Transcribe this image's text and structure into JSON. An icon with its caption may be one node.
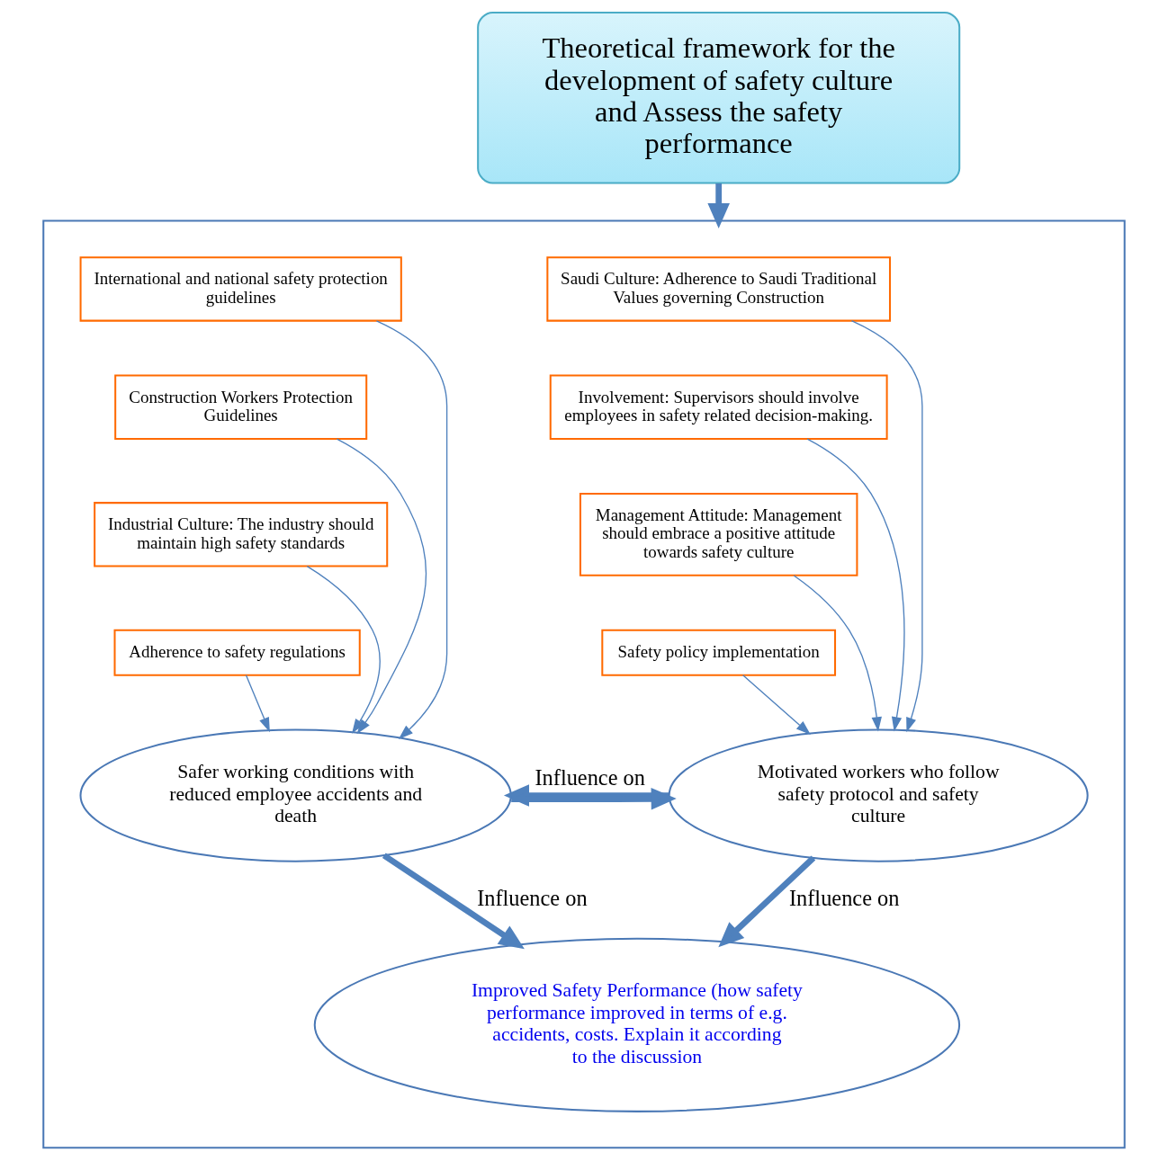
{
  "diagram": {
    "nodes": [
      {
        "text": [
          "Theoretical framework for the development of safety culture and Assess the safety performance"
        ]
      },
      {
        "text": [],
        "shape": "box"
      },
      {
        "text": [
          "Saudi Culture: Adherence to Saudi Traditional Values governing Construction"
        ],
        "in": 1
      },
      {
        "text": [
          "Involvement: Supervisors should involve employees in safety related decision-making."
        ],
        "in": 1
      },
      {
        "text": [
          "Management Attitude: Management should embrace a positive attitude towards safety culture"
        ],
        "in": 1
      },
      {
        "text": [
          "Safety policy implementation"
        ],
        "in": 1
      },
      {
        "text": [
          "International and national safety protection guidelines"
        ],
        "in": 1
      },
      {
        "text": [
          "Construction Workers Protection Guidelines"
        ],
        "in": 1
      },
      {
        "text": [
          "Industrial Culture: The industry should maintain high safety standards"
        ],
        "in": 1
      },
      {
        "text": [
          "Adherence to safety regulations"
        ],
        "in": 1
      },
      {
        "text": [
          "Motivated workers who follow safety protocol and safety culture"
        ],
        "in": 1
      },
      {
        "text": [
          "Safer working conditions with reduced employee accidents and death"
        ],
        "in": 1
      },
      {
        "text": [
          "Improved Safety Performance (how safety performance improved in terms of e.g. accidents, costs. Explain it according to the discussion"
        ],
        "in": 1
      }
    ],
    "edges": [
      {
        "from": 0,
        "to": 1,
        "arrow": "to",
        "style": "thick"
      },
      {
        "from": 2,
        "to": 10,
        "arrow": "to"
      },
      {
        "from": 3,
        "to": 10,
        "arrow": "to"
      },
      {
        "from": 4,
        "to": 10,
        "arrow": "to"
      },
      {
        "from": 5,
        "to": 10,
        "arrow": "to"
      },
      {
        "from": 6,
        "to": 11,
        "arrow": "to"
      },
      {
        "from": 7,
        "to": 11,
        "arrow": "to"
      },
      {
        "from": 8,
        "to": 11,
        "arrow": "to"
      },
      {
        "from": 9,
        "to": 11,
        "arrow": "to"
      },
      {
        "from": 10,
        "to": 11,
        "arrow": "to",
        "label": "Influence on",
        "style": "thick"
      },
      {
        "from": 11,
        "to": 10,
        "arrow": "to",
        "style": "thick"
      },
      {
        "from": 10,
        "to": 12,
        "arrow": "to",
        "label": "Influence on",
        "style": "thick"
      },
      {
        "from": 11,
        "to": 12,
        "arrow": "to",
        "label": "Influence on",
        "style": "thick"
      }
    ]
  }
}
